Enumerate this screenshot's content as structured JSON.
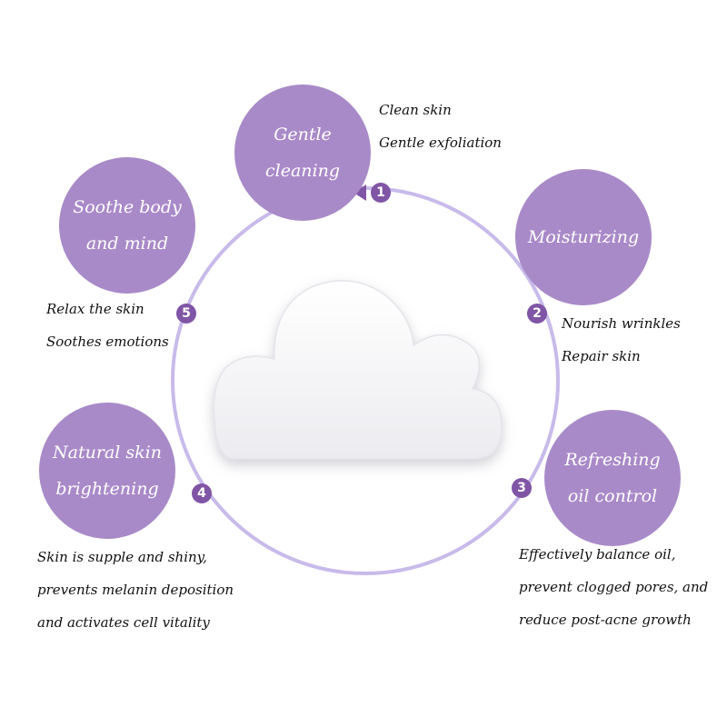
{
  "colors": {
    "circle_fill": "#a98ac8",
    "badge_fill": "#8055a5",
    "ring_stroke": "#c8baea",
    "circle_text": "#ffffff",
    "description_text": "#111111"
  },
  "steps": [
    {
      "number": "1",
      "title_lines": [
        "Gentle cleaning"
      ],
      "description_lines": [
        "Clean skin",
        "Gentle exfoliation"
      ]
    },
    {
      "number": "2",
      "title_lines": [
        "Moisturizing"
      ],
      "description_lines": [
        "Nourish wrinkles",
        "Repair skin"
      ]
    },
    {
      "number": "3",
      "title_lines": [
        "Refreshing",
        "oil control"
      ],
      "description_lines": [
        "Effectively balance oil,",
        "prevent clogged pores, and",
        "reduce post-acne growth"
      ]
    },
    {
      "number": "4",
      "title_lines": [
        "Natural skin",
        "brightening"
      ],
      "description_lines": [
        "Skin is supple and shiny,",
        "prevents melanin deposition",
        "and activates cell vitality"
      ]
    },
    {
      "number": "5",
      "title_lines": [
        "Soothe body",
        "and mind"
      ],
      "description_lines": [
        "Relax the skin",
        "Soothes emotions"
      ]
    }
  ]
}
